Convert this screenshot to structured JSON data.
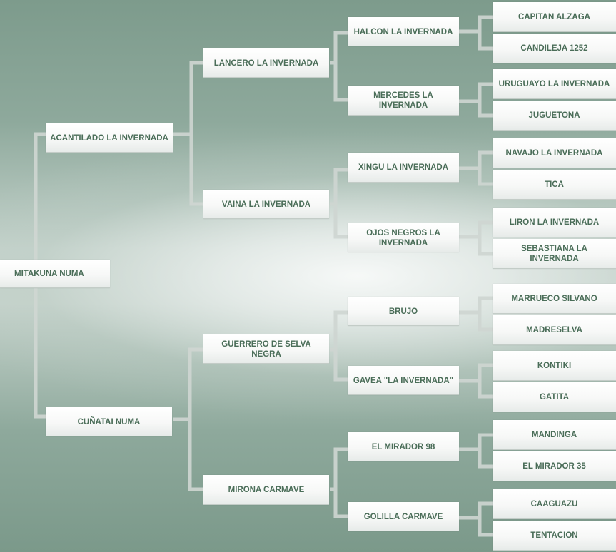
{
  "pedigree": {
    "subject": "MITAKUNA NUMA",
    "sire": "ACANTILADO LA INVERNADA",
    "dam": "CUÑATAI NUMA",
    "sire_sire": "LANCERO LA INVERNADA",
    "sire_dam": "VAINA LA INVERNADA",
    "dam_sire": "GUERRERO DE SELVA NEGRA",
    "dam_dam": "MIRONA CARMAVE",
    "gen3": [
      "HALCON LA INVERNADA",
      "MERCEDES LA INVERNADA",
      "XINGU LA INVERNADA",
      "OJOS NEGROS LA INVERNADA",
      "BRUJO",
      "GAVEA \"LA INVERNADA\"",
      "EL MIRADOR 98",
      "GOLILLA CARMAVE"
    ],
    "gen4": [
      "CAPITAN ALZAGA",
      "CANDILEJA 1252",
      "URUGUAYO LA INVERNADA",
      "JUGUETONA",
      "NAVAJO LA INVERNADA",
      "TICA",
      "LIRON LA INVERNADA",
      "SEBASTIANA LA INVERNADA",
      "MARRUECO SILVANO",
      "MADRESELVA",
      "KONTIKI",
      "GATITA",
      "MANDINGA",
      "EL MIRADOR 35",
      "CAAGUAZU",
      "TENTACION"
    ]
  }
}
